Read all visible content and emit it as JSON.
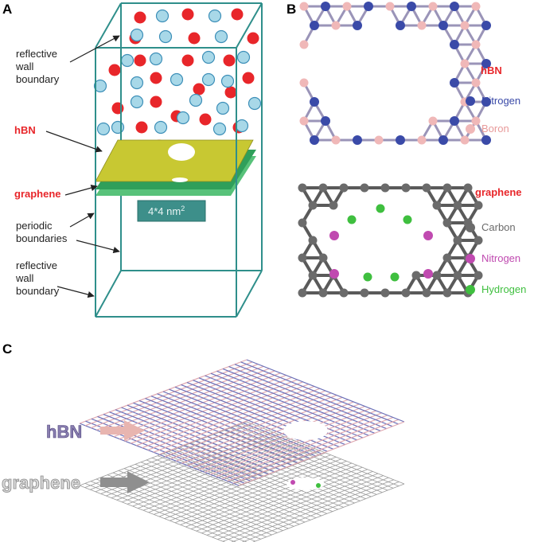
{
  "panels": {
    "a": "A",
    "b": "B",
    "c": "C"
  },
  "panel_a": {
    "reflective_top": [
      "reflective",
      "wall",
      "boundary"
    ],
    "hbn": "hBN",
    "graphene": "graphene",
    "periodic": [
      "periodic",
      "boundaries"
    ],
    "reflective_bottom": [
      "reflective",
      "wall",
      "boundary"
    ],
    "size_label": "4*4 nm",
    "size_sup": "2"
  },
  "panel_b": {
    "hbn_title": "hBN",
    "hbn_legend": [
      {
        "label": "Nitrogen",
        "color": "#3a4aa8",
        "text_color": "#3a4aa8"
      },
      {
        "label": "Boron",
        "color": "#f0b8b8",
        "text_color": "#e89a9a"
      }
    ],
    "graphene_title": "graphene",
    "graphene_legend": [
      {
        "label": "Carbon",
        "color": "#6b6b6b",
        "text_color": "#6b6b6b"
      },
      {
        "label": "Nitrogen",
        "color": "#c04ab0",
        "text_color": "#c04ab0"
      },
      {
        "label": "Hydrogen",
        "color": "#3fbf3f",
        "text_color": "#3fbf3f"
      }
    ]
  },
  "panel_c": {
    "hbn": "hBN",
    "graphene": "graphene"
  },
  "colors": {
    "box_edge": "#2f8f8b",
    "ion_red": "#e8262a",
    "ion_blue": "#a8d8e8",
    "hbn_sheet": "#c8c832",
    "graphene_sheet": "#2f9f5a",
    "size_box": "#3d8f8a"
  }
}
